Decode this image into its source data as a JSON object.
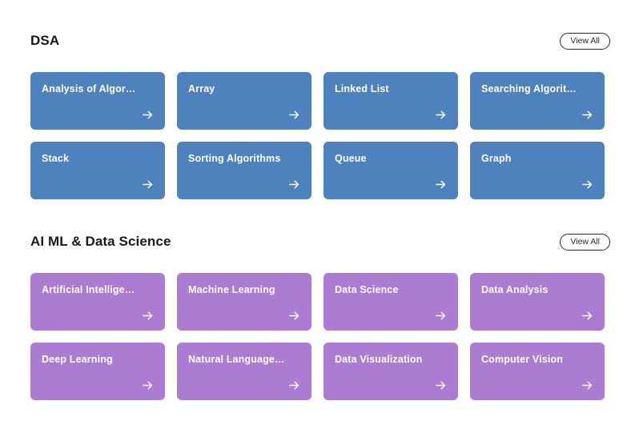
{
  "sections": [
    {
      "title": "DSA",
      "view_all_label": "View All",
      "color": "#4e82bd",
      "color_name": "blue",
      "cards": [
        {
          "label": "Analysis of Algor…",
          "arrow": "arrow-right-icon"
        },
        {
          "label": "Array",
          "arrow": "arrow-right-icon"
        },
        {
          "label": "Linked List",
          "arrow": "arrow-right-icon"
        },
        {
          "label": "Searching Algorit…",
          "arrow": "arrow-right-icon"
        },
        {
          "label": "Stack",
          "arrow": "arrow-right-icon"
        },
        {
          "label": "Sorting Algorithms",
          "arrow": "arrow-right-icon"
        },
        {
          "label": "Queue",
          "arrow": "arrow-right-icon"
        },
        {
          "label": "Graph",
          "arrow": "arrow-right-icon"
        }
      ]
    },
    {
      "title": "AI ML & Data Science",
      "view_all_label": "View All",
      "color": "#ac7bd2",
      "color_name": "purple",
      "cards": [
        {
          "label": "Artificial Intellige…",
          "arrow": "arrow-right-icon"
        },
        {
          "label": "Machine Learning",
          "arrow": "arrow-right-icon"
        },
        {
          "label": "Data Science",
          "arrow": "arrow-right-icon"
        },
        {
          "label": "Data Analysis",
          "arrow": "arrow-right-icon"
        },
        {
          "label": "Deep Learning",
          "arrow": "arrow-right-icon"
        },
        {
          "label": "Natural Language…",
          "arrow": "arrow-right-icon"
        },
        {
          "label": "Data Visualization",
          "arrow": "arrow-right-icon"
        },
        {
          "label": "Computer Vision",
          "arrow": "arrow-right-icon"
        }
      ]
    }
  ]
}
